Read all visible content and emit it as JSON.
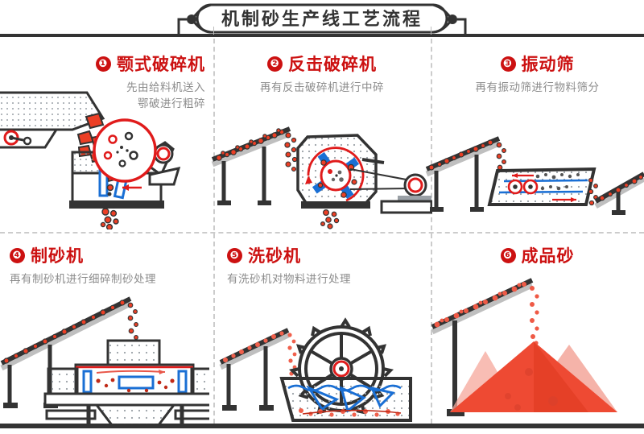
{
  "title": "机制砂生产线工艺流程",
  "colors": {
    "brand_red": "#cc1111",
    "accent_red": "#e8402a",
    "ink": "#333333",
    "muted_text": "#8c8c8c",
    "blue": "#1a6fd4",
    "divider": "#cccccc"
  },
  "sections": [
    {
      "number": "❶",
      "title": "颚式破碎机",
      "desc": "先由给料机送入\n鄂破进行粗碎",
      "align": "right",
      "illustration": "jaw-crusher-diagram"
    },
    {
      "number": "❷",
      "title": "反击破碎机",
      "desc": "再有反击破碎机进行中碎",
      "align": "center",
      "illustration": "impact-crusher-diagram"
    },
    {
      "number": "❸",
      "title": "振动筛",
      "desc": "再有振动筛进行物料筛分",
      "align": "center",
      "illustration": "vibrating-screen-diagram"
    },
    {
      "number": "❹",
      "title": "制砂机",
      "desc": "再有制砂机进行细碎制砂处理",
      "align": "left",
      "illustration": "sand-making-machine-diagram"
    },
    {
      "number": "❺",
      "title": "洗砂机",
      "desc": "有洗砂机对物料进行处理",
      "align": "left",
      "illustration": "sand-washer-diagram"
    },
    {
      "number": "❻",
      "title": "成品砂",
      "desc": "",
      "align": "center",
      "illustration": "finished-sand-piles-diagram"
    }
  ]
}
